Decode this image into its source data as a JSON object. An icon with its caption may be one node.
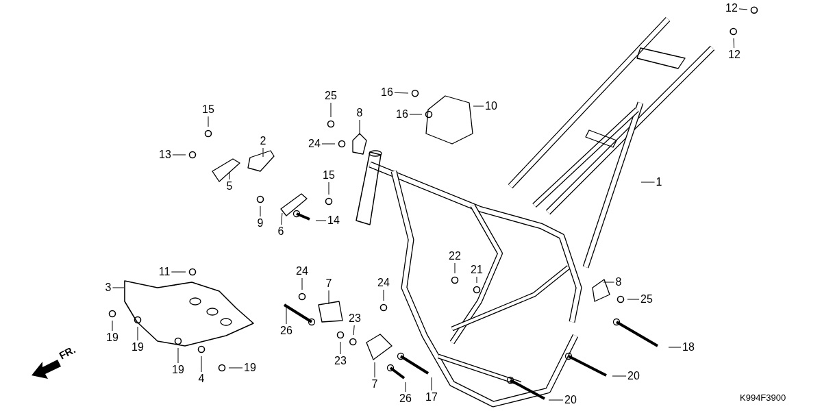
{
  "diagram": {
    "nodes": [
      {
        "text": [
          "12"
        ]
      },
      {
        "text": [
          "12"
        ]
      },
      {
        "text": [
          "16"
        ]
      },
      {
        "text": [
          "10"
        ]
      },
      {
        "text": [
          "16"
        ]
      },
      {
        "text": [
          "25"
        ]
      },
      {
        "text": [
          "8"
        ]
      },
      {
        "text": [
          "15"
        ]
      },
      {
        "text": [
          "24"
        ]
      },
      {
        "text": [
          "2"
        ]
      },
      {
        "text": [
          "13"
        ]
      },
      {
        "text": [
          "5"
        ]
      },
      {
        "text": [
          "15"
        ]
      },
      {
        "text": [
          "1"
        ]
      },
      {
        "text": [
          "9"
        ]
      },
      {
        "text": [
          "6"
        ]
      },
      {
        "text": [
          "14"
        ]
      },
      {
        "text": [
          "11"
        ]
      },
      {
        "text": [
          "24"
        ]
      },
      {
        "text": [
          "7"
        ]
      },
      {
        "text": [
          "22"
        ]
      },
      {
        "text": [
          "21"
        ]
      },
      {
        "text": [
          "3"
        ]
      },
      {
        "text": [
          "24"
        ]
      },
      {
        "text": [
          "8"
        ]
      },
      {
        "text": [
          "25"
        ]
      },
      {
        "text": [
          "23"
        ]
      },
      {
        "text": [
          "19"
        ]
      },
      {
        "text": [
          "19"
        ]
      },
      {
        "text": [
          "26"
        ]
      },
      {
        "text": [
          "23"
        ]
      },
      {
        "text": [
          "18"
        ]
      },
      {
        "text": [
          "19"
        ]
      },
      {
        "text": [
          "4"
        ]
      },
      {
        "text": [
          "19"
        ]
      },
      {
        "text": [
          "7"
        ]
      },
      {
        "text": [
          "20"
        ]
      },
      {
        "text": [
          "26"
        ]
      },
      {
        "text": [
          "17"
        ]
      },
      {
        "text": [
          "20"
        ]
      }
    ],
    "edges": [
      {
        "from": 0,
        "to": null,
        "arrow": "none"
      },
      {
        "from": 1,
        "to": null,
        "arrow": "none"
      },
      {
        "from": 2,
        "to": null,
        "arrow": "none"
      },
      {
        "from": 3,
        "to": null,
        "arrow": "none"
      },
      {
        "from": 4,
        "to": null,
        "arrow": "none"
      },
      {
        "from": 5,
        "to": null,
        "arrow": "none"
      },
      {
        "from": 6,
        "to": null,
        "arrow": "none"
      },
      {
        "from": 7,
        "to": null,
        "arrow": "none"
      },
      {
        "from": 8,
        "to": null,
        "arrow": "none"
      },
      {
        "from": 9,
        "to": null,
        "arrow": "none"
      },
      {
        "from": 10,
        "to": null,
        "arrow": "none"
      },
      {
        "from": 11,
        "to": null,
        "arrow": "none"
      },
      {
        "from": 12,
        "to": null,
        "arrow": "none"
      },
      {
        "from": 13,
        "to": null,
        "arrow": "none"
      },
      {
        "from": 14,
        "to": null,
        "arrow": "none"
      },
      {
        "from": 15,
        "to": null,
        "arrow": "none"
      },
      {
        "from": 16,
        "to": null,
        "arrow": "none"
      },
      {
        "from": 17,
        "to": null,
        "arrow": "none"
      },
      {
        "from": 18,
        "to": null,
        "arrow": "none"
      },
      {
        "from": 19,
        "to": null,
        "arrow": "none"
      },
      {
        "from": 20,
        "to": null,
        "arrow": "none"
      },
      {
        "from": 21,
        "to": null,
        "arrow": "none"
      },
      {
        "from": 22,
        "to": null,
        "arrow": "none"
      },
      {
        "from": 23,
        "to": null,
        "arrow": "none"
      },
      {
        "from": 24,
        "to": null,
        "arrow": "none"
      },
      {
        "from": 25,
        "to": null,
        "arrow": "none"
      },
      {
        "from": 26,
        "to": null,
        "arrow": "none"
      },
      {
        "from": 27,
        "to": null,
        "arrow": "none"
      },
      {
        "from": 28,
        "to": null,
        "arrow": "none"
      },
      {
        "from": 29,
        "to": null,
        "arrow": "none"
      },
      {
        "from": 30,
        "to": null,
        "arrow": "none"
      },
      {
        "from": 31,
        "to": null,
        "arrow": "none"
      },
      {
        "from": 32,
        "to": null,
        "arrow": "none"
      },
      {
        "from": 33,
        "to": null,
        "arrow": "none"
      },
      {
        "from": 34,
        "to": null,
        "arrow": "none"
      },
      {
        "from": 35,
        "to": null,
        "arrow": "none"
      },
      {
        "from": 36,
        "to": null,
        "arrow": "none"
      },
      {
        "from": 37,
        "to": null,
        "arrow": "none"
      },
      {
        "from": 38,
        "to": null,
        "arrow": "none"
      },
      {
        "from": 39,
        "to": null,
        "arrow": "none"
      }
    ],
    "labels": [
      "FR.",
      "K994F3900"
    ]
  }
}
